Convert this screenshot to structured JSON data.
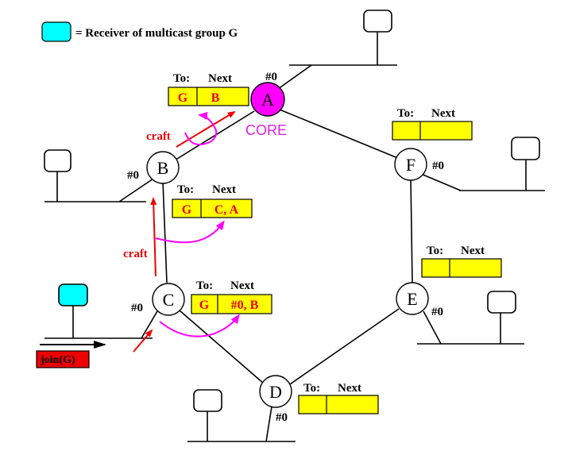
{
  "legend": {
    "text": "= Receiver of multicast group G",
    "color": "#00e8e8"
  },
  "core_label": "CORE",
  "port_label": "#0",
  "table_header": {
    "to": "To:",
    "next": "Next"
  },
  "nodes": [
    {
      "id": "A",
      "label": "A",
      "is_core": true
    },
    {
      "id": "B",
      "label": "B"
    },
    {
      "id": "C",
      "label": "C"
    },
    {
      "id": "D",
      "label": "D"
    },
    {
      "id": "E",
      "label": "E"
    },
    {
      "id": "F",
      "label": "F"
    }
  ],
  "tables": {
    "A": {
      "to": "G",
      "next": "B"
    },
    "B": {
      "to": "G",
      "next": "C, A"
    },
    "C": {
      "to": "G",
      "next": "#0, B"
    },
    "D": {
      "to": "",
      "next": ""
    },
    "E": {
      "to": "",
      "next": ""
    },
    "F": {
      "to": "",
      "next": ""
    }
  },
  "craft_label": "craft",
  "join_label": "join(G)",
  "colors": {
    "core": "#ff00ff",
    "table": "#ffff00",
    "arrow_red": "#ee0000",
    "arrow_magenta": "#ff00ff",
    "join_box": "#ee0000",
    "receiver": "#00ffff"
  }
}
